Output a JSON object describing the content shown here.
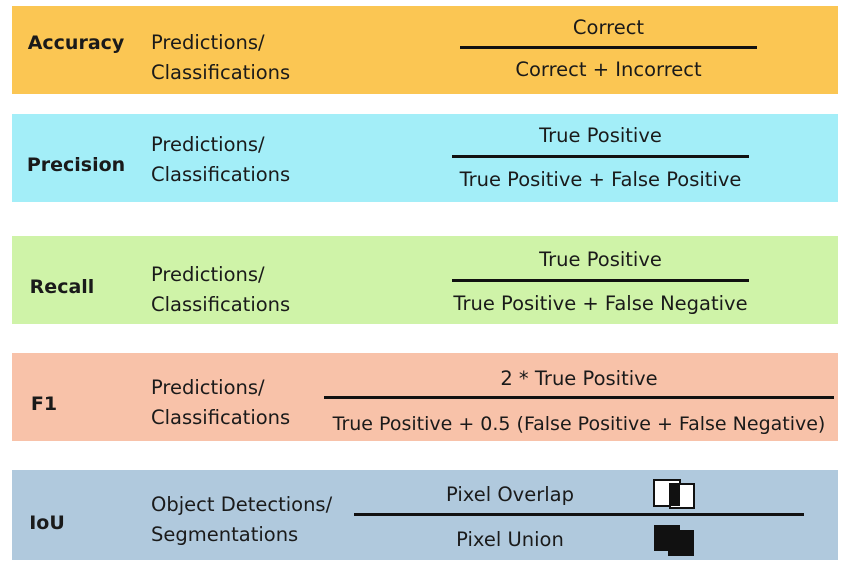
{
  "colors": {
    "accuracy": "#fbc653",
    "precision": "#a3eef8",
    "recall": "#cff3a8",
    "f1": "#f8c2a9",
    "iou": "#b0c9dd"
  },
  "rows": [
    {
      "metric": "Accuracy",
      "applies_line1": "Predictions/",
      "applies_line2": "Classifications",
      "numerator": "Correct",
      "denominator": "Correct + Incorrect"
    },
    {
      "metric": "Precision",
      "applies_line1": "Predictions/",
      "applies_line2": "Classifications",
      "numerator": "True Positive",
      "denominator": "True Positive + False Positive"
    },
    {
      "metric": "Recall",
      "applies_line1": "Predictions/",
      "applies_line2": "Classifications",
      "numerator": "True Positive",
      "denominator": "True Positive + False Negative"
    },
    {
      "metric": "F1",
      "applies_line1": "Predictions/",
      "applies_line2": "Classifications",
      "numerator": "2 * True Positive",
      "denominator": "True Positive + 0.5 (False Positive + False Negative)"
    },
    {
      "metric": "IoU",
      "applies_line1": "Object Detections/",
      "applies_line2": "Segmentations",
      "numerator": "Pixel Overlap",
      "denominator": "Pixel Union",
      "numerator_icon": "overlap-squares-icon",
      "denominator_icon": "union-squares-icon"
    }
  ]
}
